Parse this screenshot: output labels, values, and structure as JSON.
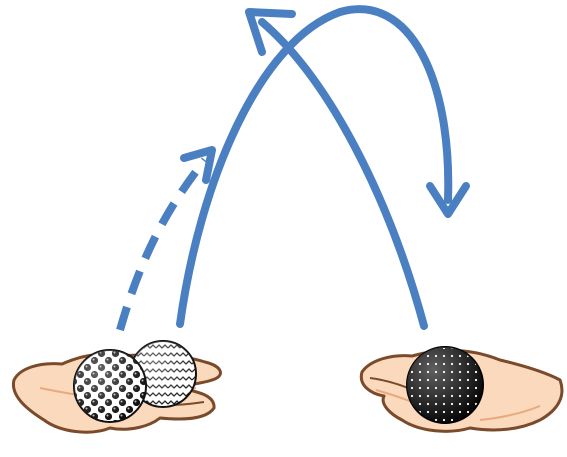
{
  "diagram": {
    "description_free": true,
    "colors": {
      "arrow": "#4a7fc1",
      "skin": "#fbd9bd",
      "skin_shadow": "#f2b98d",
      "outline": "#7a4a2a",
      "ball_dark": "#111111",
      "ball_light": "#ffffff"
    },
    "elements": {
      "left_hand": "hand",
      "right_hand": "hand",
      "ball_checkered": "checkered-ball",
      "ball_wavy": "wavy-ball",
      "ball_dotted": "dotted-ball",
      "arrow_dashed": "dashed-arrow",
      "arrow_left_to_right": "solid-arc-arrow",
      "arrow_right_to_left": "solid-arc-arrow"
    }
  }
}
